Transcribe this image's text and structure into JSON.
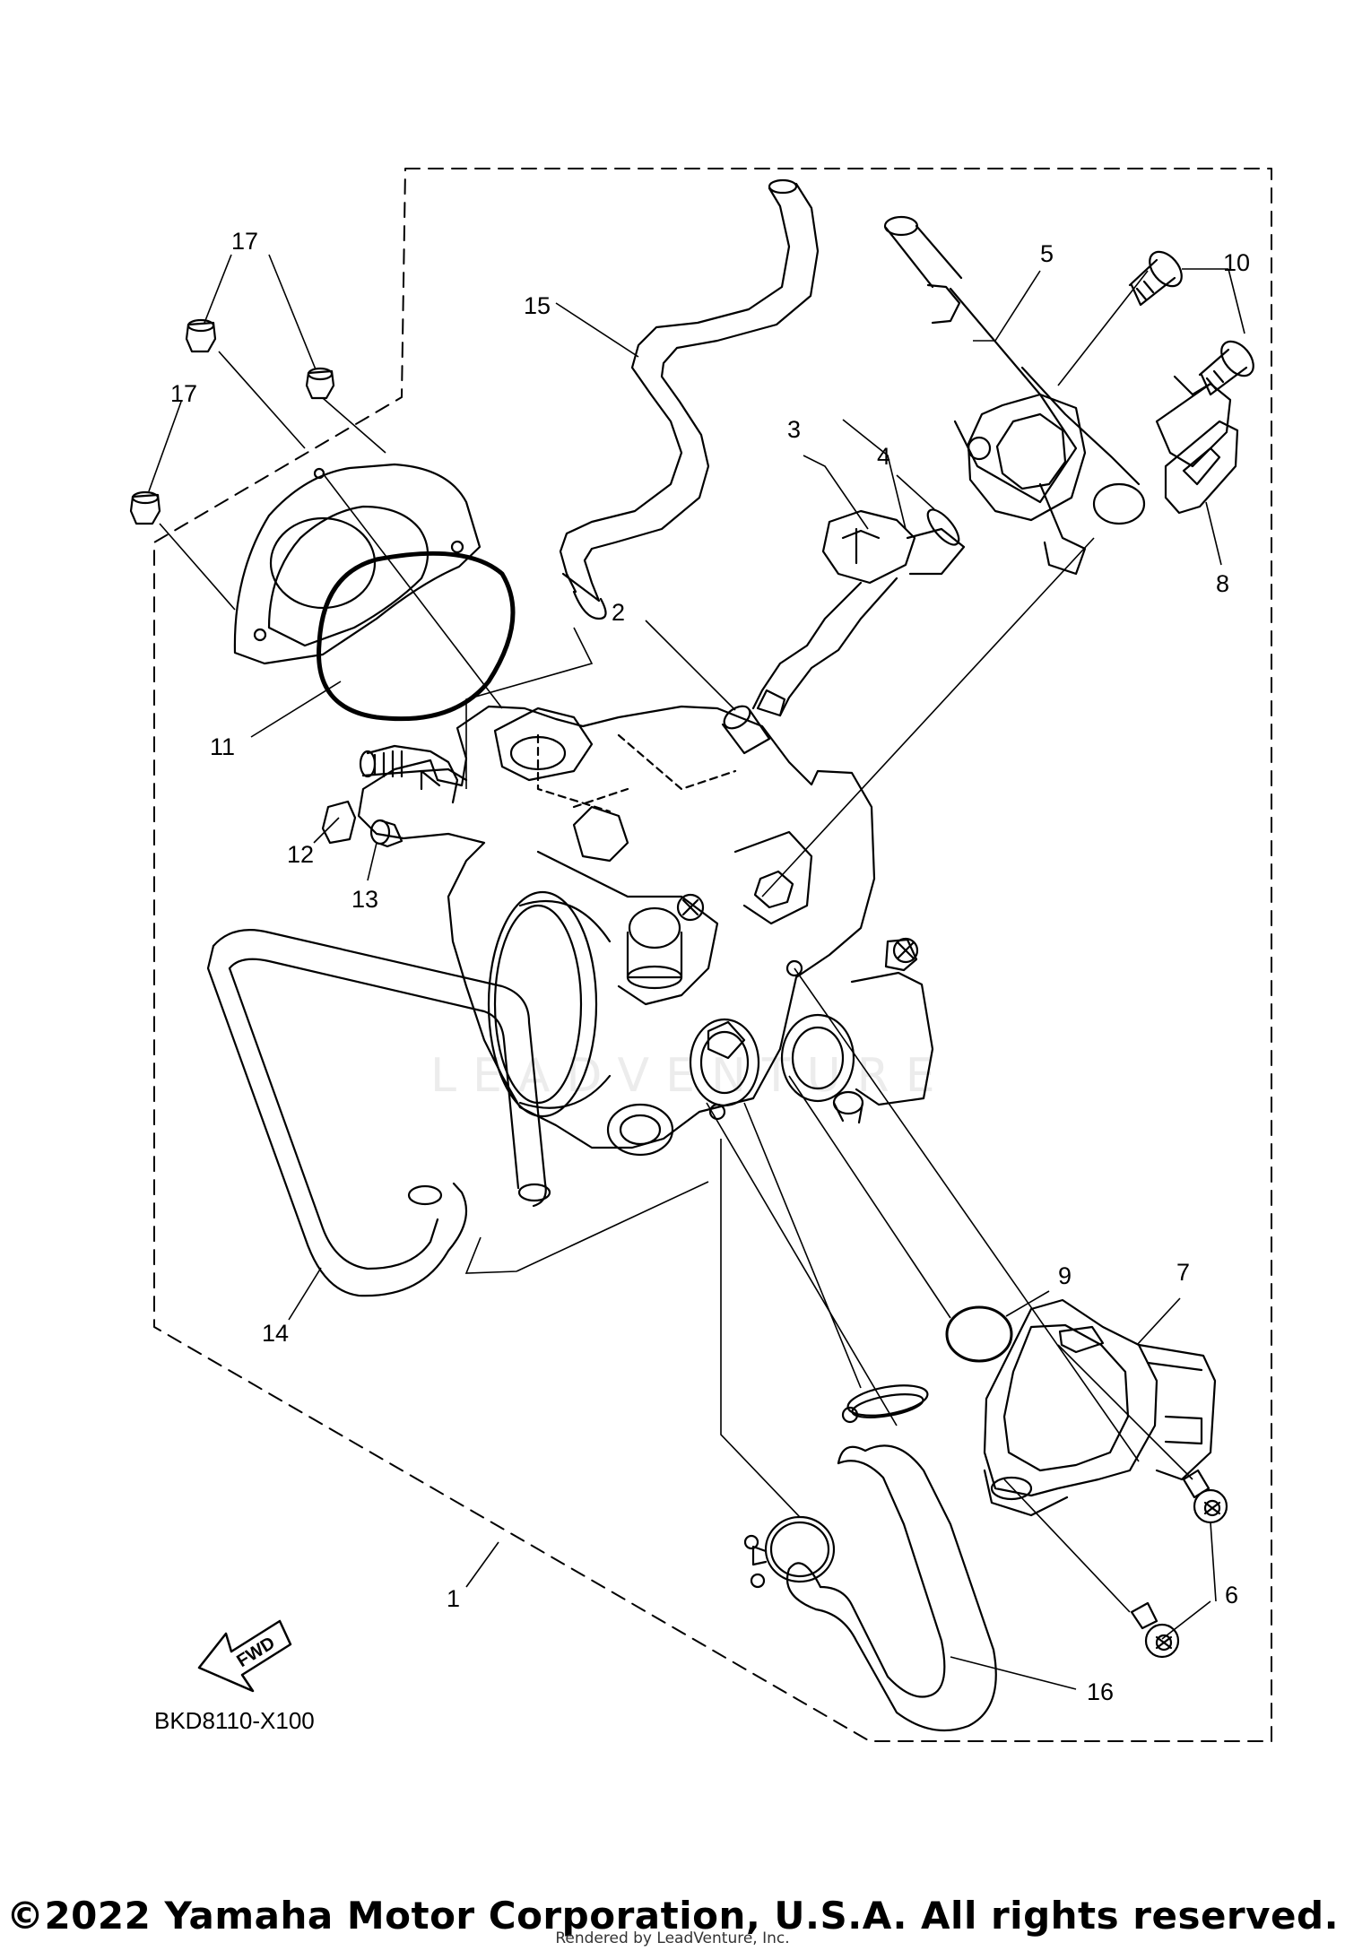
{
  "diagram": {
    "drawing_code": "BKD8110-X100",
    "fwd_marker": "FWD",
    "watermark": "LEADVENTURE",
    "callouts": [
      "1",
      "2",
      "3",
      "4",
      "5",
      "6",
      "7",
      "8",
      "9",
      "10",
      "11",
      "12",
      "13",
      "14",
      "15",
      "16",
      "17",
      "17"
    ]
  },
  "footer": {
    "copyright": "©2022 Yamaha Motor Corporation, U.S.A. All rights reserved.",
    "rendered_by": "Rendered by LeadVenture, Inc."
  }
}
